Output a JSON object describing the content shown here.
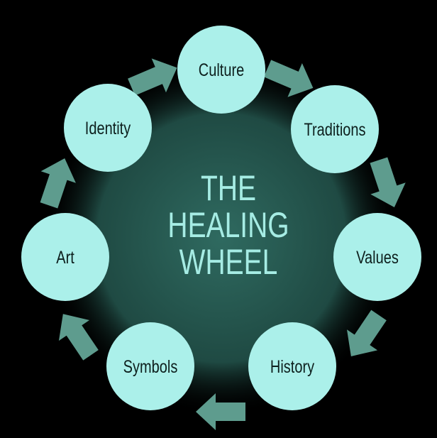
{
  "title_lines": [
    "THE",
    "HEALING",
    "WHEEL"
  ],
  "nodes": [
    {
      "label": "Culture"
    },
    {
      "label": "Traditions"
    },
    {
      "label": "Values"
    },
    {
      "label": "History"
    },
    {
      "label": "Symbols"
    },
    {
      "label": "Art"
    },
    {
      "label": "Identity"
    }
  ],
  "colors": {
    "node": "#abf0ea",
    "arrow": "#5e9c8e",
    "hub_center": "#2f6a60",
    "hub_edge": "#0a1412",
    "title": "#a6ece4",
    "background": "#000000"
  }
}
